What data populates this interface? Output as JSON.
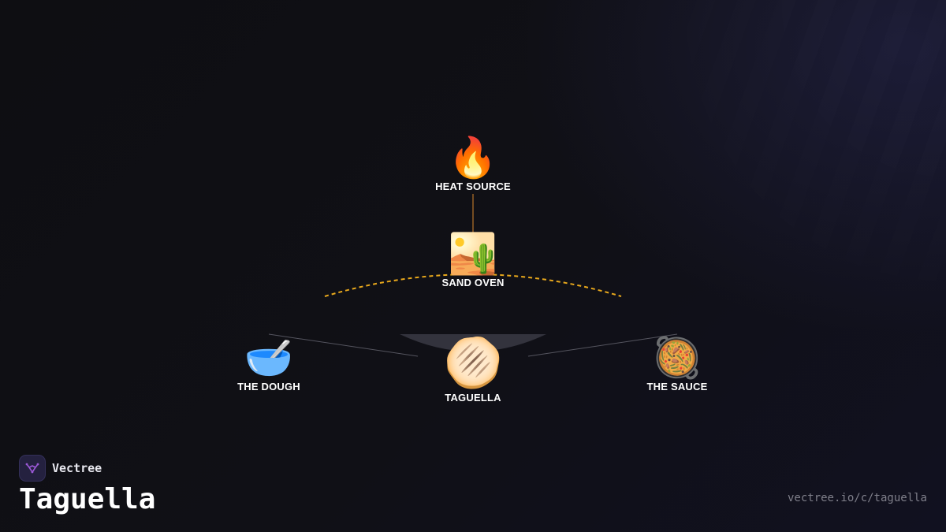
{
  "brand": {
    "name": "Vectree",
    "logo_icon": "vectree-logo-icon",
    "accent_color": "#9b59d6"
  },
  "page": {
    "title": "Taguella",
    "url": "vectree.io/c/taguella"
  },
  "diagram": {
    "nodes": [
      {
        "id": "heat",
        "label": "HEAT SOURCE",
        "emoji": "🔥",
        "icon": "fire-icon"
      },
      {
        "id": "oven",
        "label": "SAND OVEN",
        "emoji": "🏜️",
        "icon": "desert-icon"
      },
      {
        "id": "dough",
        "label": "THE DOUGH",
        "emoji": "🥣",
        "icon": "bowl-with-spoon-icon"
      },
      {
        "id": "taguella",
        "label": "TAGUELLA",
        "emoji": "🫓",
        "icon": "flatbread-icon"
      },
      {
        "id": "sauce",
        "label": "THE SAUCE",
        "emoji": "🥘",
        "icon": "paella-pan-icon"
      }
    ],
    "colors": {
      "heat_link": "#b8742a",
      "oven_arc": "#e8a81c",
      "ingredient_link": "#55555f",
      "bowl": "#33333d"
    }
  }
}
